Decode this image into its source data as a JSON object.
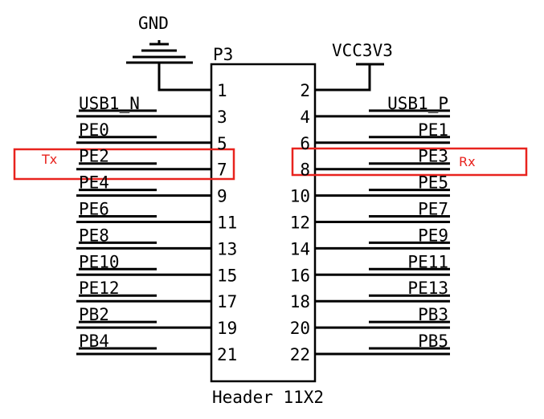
{
  "component": {
    "designator": "P3",
    "value": "Header 11X2"
  },
  "power": {
    "gnd_label": "GND",
    "vcc_label": "VCC3V3"
  },
  "pins_left": [
    {
      "num": "1",
      "net": ""
    },
    {
      "num": "3",
      "net": "USB1_N"
    },
    {
      "num": "5",
      "net": "PE0"
    },
    {
      "num": "7",
      "net": "PE2"
    },
    {
      "num": "9",
      "net": "PE4"
    },
    {
      "num": "11",
      "net": "PE6"
    },
    {
      "num": "13",
      "net": "PE8"
    },
    {
      "num": "15",
      "net": "PE10"
    },
    {
      "num": "17",
      "net": "PE12"
    },
    {
      "num": "19",
      "net": "PB2"
    },
    {
      "num": "21",
      "net": "PB4"
    }
  ],
  "pins_right": [
    {
      "num": "2",
      "net": ""
    },
    {
      "num": "4",
      "net": "USB1_P"
    },
    {
      "num": "6",
      "net": "PE1"
    },
    {
      "num": "8",
      "net": "PE3"
    },
    {
      "num": "10",
      "net": "PE5"
    },
    {
      "num": "12",
      "net": "PE7"
    },
    {
      "num": "14",
      "net": "PE9"
    },
    {
      "num": "16",
      "net": "PE11"
    },
    {
      "num": "18",
      "net": "PE13"
    },
    {
      "num": "20",
      "net": "PB3"
    },
    {
      "num": "22",
      "net": "PB5"
    }
  ],
  "annotations": {
    "tx": "Tx",
    "rx": "Rx",
    "highlight_color": "#e8231e"
  }
}
